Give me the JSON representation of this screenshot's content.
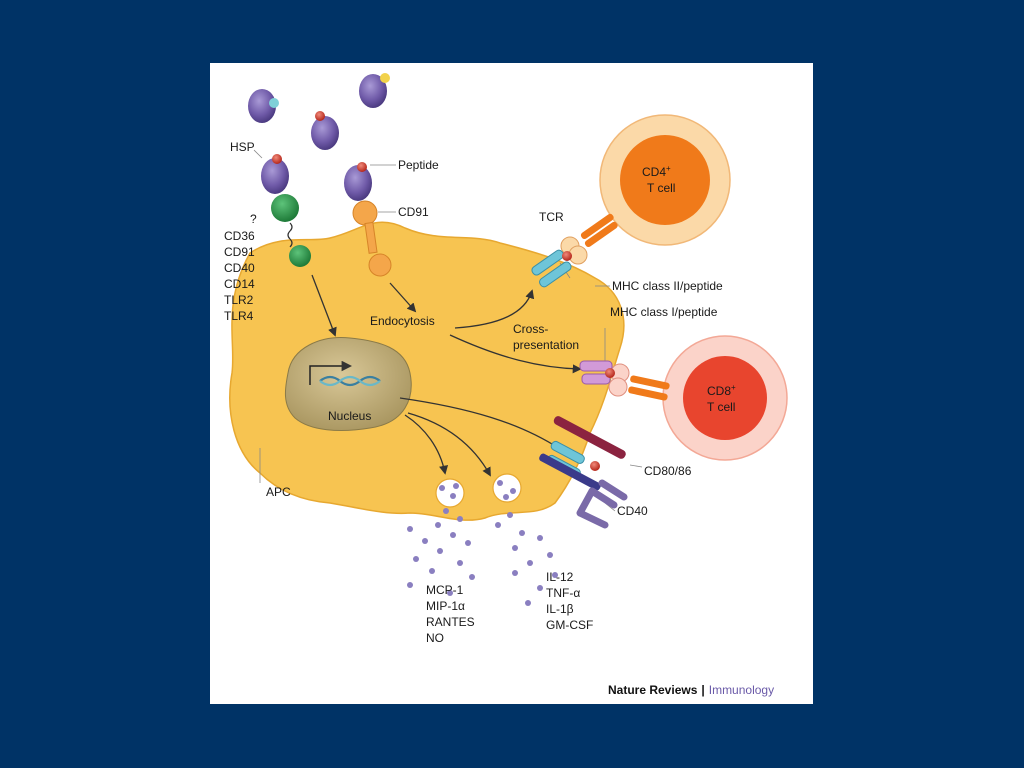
{
  "labels": {
    "hsp": "HSP",
    "peptide": "Peptide",
    "cd91_receptor": "CD91",
    "question": "?",
    "receptors": [
      "CD36",
      "CD91",
      "CD40",
      "CD14",
      "TLR2",
      "TLR4"
    ],
    "tcr": "TCR",
    "cd4_cell": [
      "CD4",
      "T cell"
    ],
    "cd4_sup": "+",
    "cd8_cell": [
      "CD8",
      "T cell"
    ],
    "cd8_sup": "+",
    "mhc2": "MHC class II/peptide",
    "mhc1": "MHC class I/peptide",
    "endocytosis": "Endocytosis",
    "cross_presentation": [
      "Cross-",
      "presentation"
    ],
    "nucleus": "Nucleus",
    "apc": "APC",
    "cd80": "CD80/86",
    "cd40": "CD40",
    "chemokines": [
      "MCP-1",
      "MIP-1α",
      "RANTES",
      "NO"
    ],
    "cytokines": [
      "IL-12",
      "TNF-α",
      "IL-1β",
      "GM-CSF"
    ]
  },
  "credit": {
    "journal": "Nature Reviews",
    "separator": "|",
    "section": "Immunology"
  },
  "colors": {
    "background": "#003366",
    "apc": "#f7c451",
    "nucleus": "#c5b27c",
    "hsp": "#6f5aa8",
    "cd4_outer": "#fbd9a8",
    "cd4_inner": "#f07a1a",
    "cd8_outer": "#fbd3c9",
    "cd8_inner": "#e8452e",
    "receptor_green": "#2e9a4a",
    "cd91_orange": "#f4a64a"
  }
}
